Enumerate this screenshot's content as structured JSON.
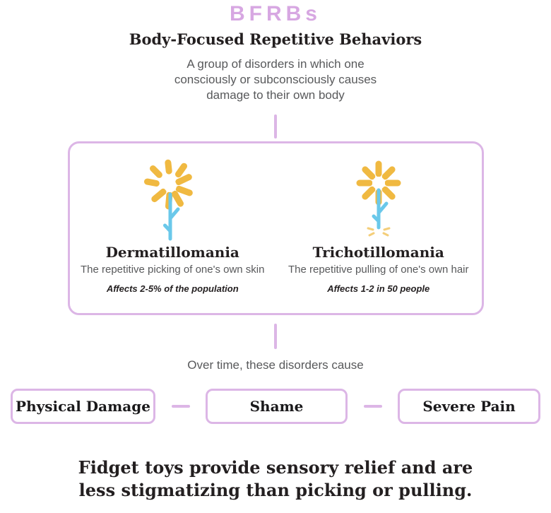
{
  "header": {
    "title": "BFRBs",
    "subtitle": "Body-Focused Repetitive Behaviors",
    "description_lines": [
      "A group of disorders in which one",
      "consciously or subconsciously causes",
      "damage to their own body"
    ]
  },
  "disorders": [
    {
      "name": "Dermatillomania",
      "definition": "The repetitive picking of one's own skin",
      "stat": "Affects 2-5% of the population",
      "icon": "flower-picked-petals-icon"
    },
    {
      "name": "Trichotillomania",
      "definition": "The repetitive pulling of one's own hair",
      "stat": "Affects 1-2 in 50 people",
      "icon": "flower-pulled-up-icon"
    }
  ],
  "caption": "Over time, these disorders cause",
  "outcomes": [
    "Physical Damage",
    "Shame",
    "Severe Pain"
  ],
  "footer_lines": [
    "Fidget toys provide sensory relief and are",
    "less stigmatizing than picking or pulling."
  ],
  "colors": {
    "accent_lilac": "#d7a7e2",
    "border_lilac": "#dcb6e6",
    "flower_yellow": "#f0b941",
    "stem_blue": "#6ac8ea",
    "text_dark": "#231f20",
    "text_gray": "#58595b"
  }
}
